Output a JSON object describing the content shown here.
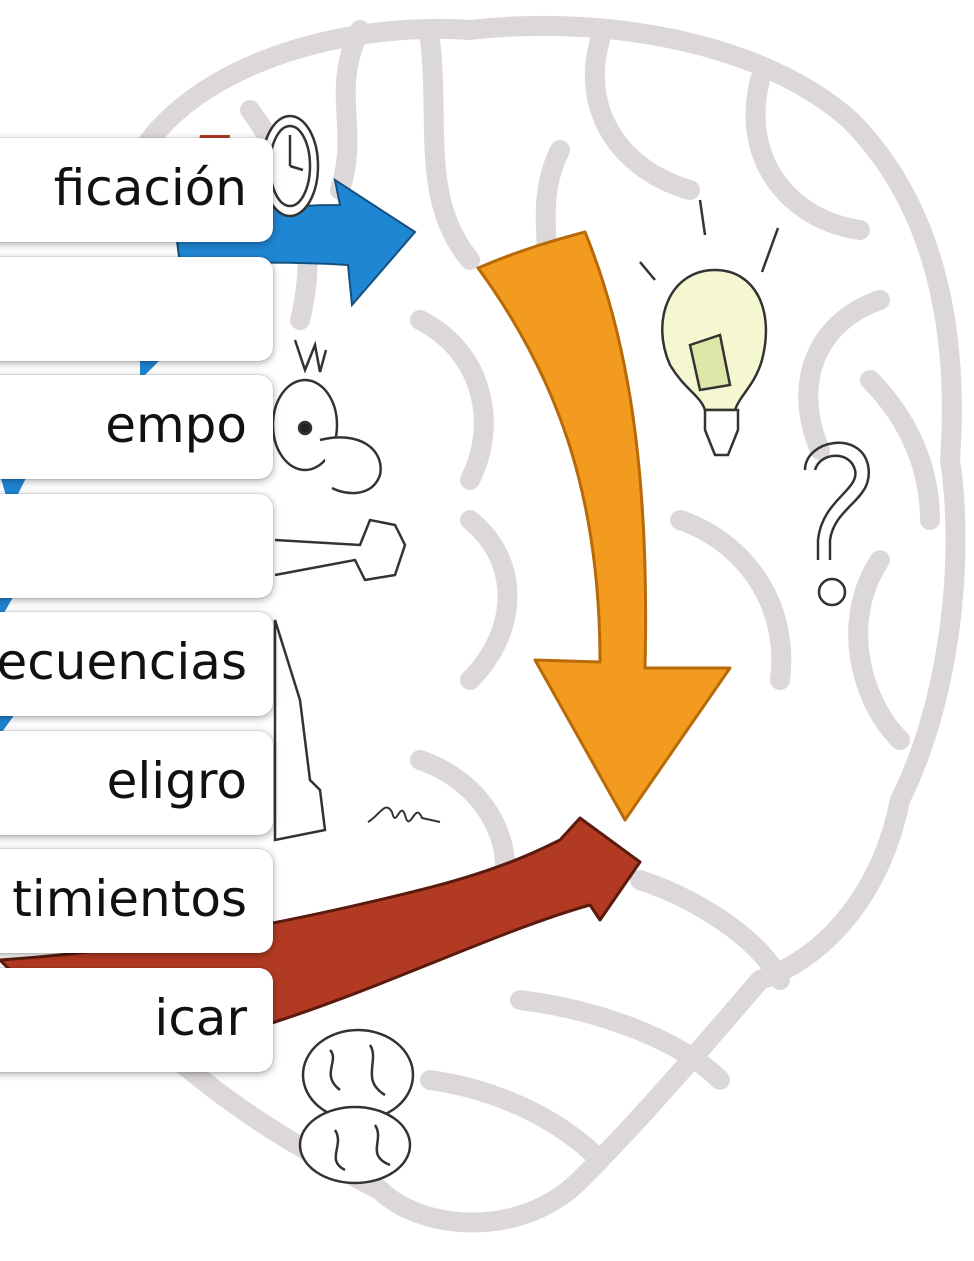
{
  "cards": [
    {
      "label": "ficación"
    },
    {
      "label": ""
    },
    {
      "label": "empo"
    },
    {
      "label": ""
    },
    {
      "label": "secuencias"
    },
    {
      "label": "eligro"
    },
    {
      "label": "timientos"
    },
    {
      "label": "icar"
    }
  ],
  "illustration": {
    "icons": [
      "brain-outline-icon",
      "clock-icon",
      "blue-arrow-icon",
      "orange-arrow-icon",
      "red-arrow-icon",
      "lightbulb-icon",
      "question-mark-icon",
      "cartoon-character-icon",
      "small-brain-icon",
      "signature-icon"
    ],
    "colors": {
      "blue": "#1f86d4",
      "orange": "#f39b1e",
      "red": "#b33a22",
      "brain_gray": "#dcd8da",
      "ink": "#333333"
    }
  }
}
